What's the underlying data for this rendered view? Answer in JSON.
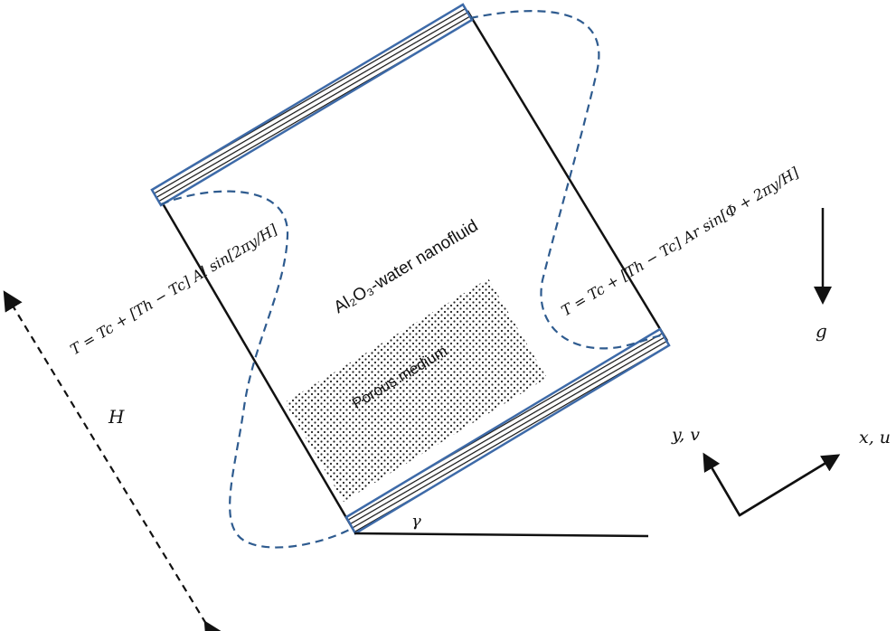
{
  "labels": {
    "fluid": "Al₂O₃-water nanofluid",
    "porous": "Porous medium",
    "left_bc": "T = Tc + [Th − Tc] Al sin[2πy/H]",
    "right_bc": "T = Tc + [Th − Tc] Ar sin[Φ + 2πy/H]",
    "height": "H",
    "gravity": "g",
    "angle": "γ",
    "y_axis": "y, v",
    "x_axis": "x, u"
  },
  "colors": {
    "wall_blue": "#3d6aa8",
    "profile_dash": "#2e5b8f",
    "stroke": "#111111"
  }
}
